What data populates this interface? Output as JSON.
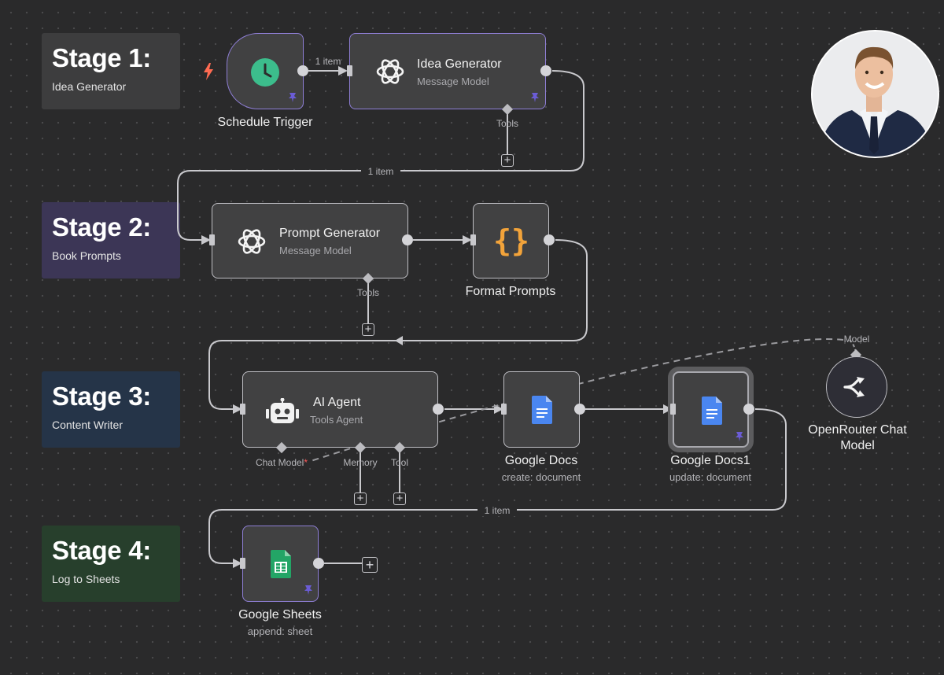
{
  "stages": [
    {
      "title": "Stage 1:",
      "subtitle": "Idea Generator",
      "color": "#3d3d3e"
    },
    {
      "title": "Stage 2:",
      "subtitle": "Book Prompts",
      "color": "#3c3656"
    },
    {
      "title": "Stage 3:",
      "subtitle": "Content Writer",
      "color": "#253448"
    },
    {
      "title": "Stage 4:",
      "subtitle": "Log to Sheets",
      "color": "#273f2c"
    }
  ],
  "nodes": {
    "schedule_trigger": {
      "label": "Schedule Trigger",
      "icon": "clock-icon"
    },
    "idea_generator": {
      "title": "Idea Generator",
      "subtitle": "Message Model",
      "port_label": "Tools",
      "icon": "openai-icon"
    },
    "prompt_generator": {
      "title": "Prompt Generator",
      "subtitle": "Message Model",
      "port_label": "Tools",
      "icon": "openai-icon"
    },
    "format_prompts": {
      "label": "Format Prompts",
      "icon": "braces-icon"
    },
    "ai_agent": {
      "title": "AI Agent",
      "subtitle": "Tools Agent",
      "ports": [
        "Chat Model",
        "Memory",
        "Tool"
      ],
      "required_mark": "*",
      "icon": "robot-icon"
    },
    "google_docs": {
      "label": "Google Docs",
      "sublabel": "create: document",
      "icon": "google-docs-icon"
    },
    "google_docs1": {
      "label": "Google Docs1",
      "sublabel": "update: document",
      "icon": "google-docs-icon"
    },
    "openrouter": {
      "label_line1": "OpenRouter Chat",
      "label_line2": "Model",
      "port_label": "Model",
      "icon": "openrouter-icon"
    },
    "google_sheets": {
      "label": "Google Sheets",
      "sublabel": "append: sheet",
      "icon": "google-sheets-icon"
    }
  },
  "connections": {
    "trigger_to_idea": "1 item",
    "idea_to_prompt": "1 item",
    "docs_to_sheets": "1 item"
  },
  "add_button": "+",
  "colors": {
    "accent_purple": "#8f7fd6",
    "pin": "#6b5cd6",
    "trigger_bolt": "#ff6b52",
    "braces": "#f2a33a",
    "docs_blue": "#4a86f0",
    "sheets_green": "#23a566"
  }
}
